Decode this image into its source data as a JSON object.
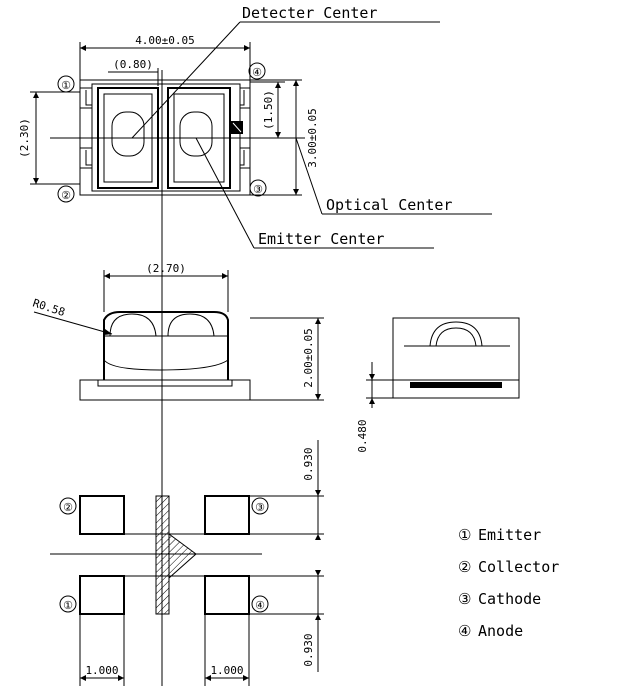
{
  "callouts": {
    "detector_center": "Detecter Center",
    "optical_center": "Optical Center",
    "emitter_center": "Emitter Center"
  },
  "dimensions": {
    "top_width": "4.00±0.05",
    "top_gap": "(0.80)",
    "left_height": "(2.30)",
    "right_inner": "(1.50)",
    "right_height": "3.00±0.05",
    "mid_width": "(2.70)",
    "radius": "R0.58",
    "mid_height": "2.00±0.05",
    "side_height": "0.480",
    "pad_top": "0.930",
    "pad_bottom": "0.930",
    "pad_left_width": "1.000",
    "pad_right_width": "1.000"
  },
  "pins": {
    "top_view": [
      "①",
      "②",
      "③",
      "④"
    ],
    "bottom_view": [
      "②",
      "③",
      "①",
      "④"
    ]
  },
  "legend": [
    {
      "num": "①",
      "label": "Emitter"
    },
    {
      "num": "②",
      "label": "Collector"
    },
    {
      "num": "③",
      "label": "Cathode"
    },
    {
      "num": "④",
      "label": "Anode"
    }
  ]
}
